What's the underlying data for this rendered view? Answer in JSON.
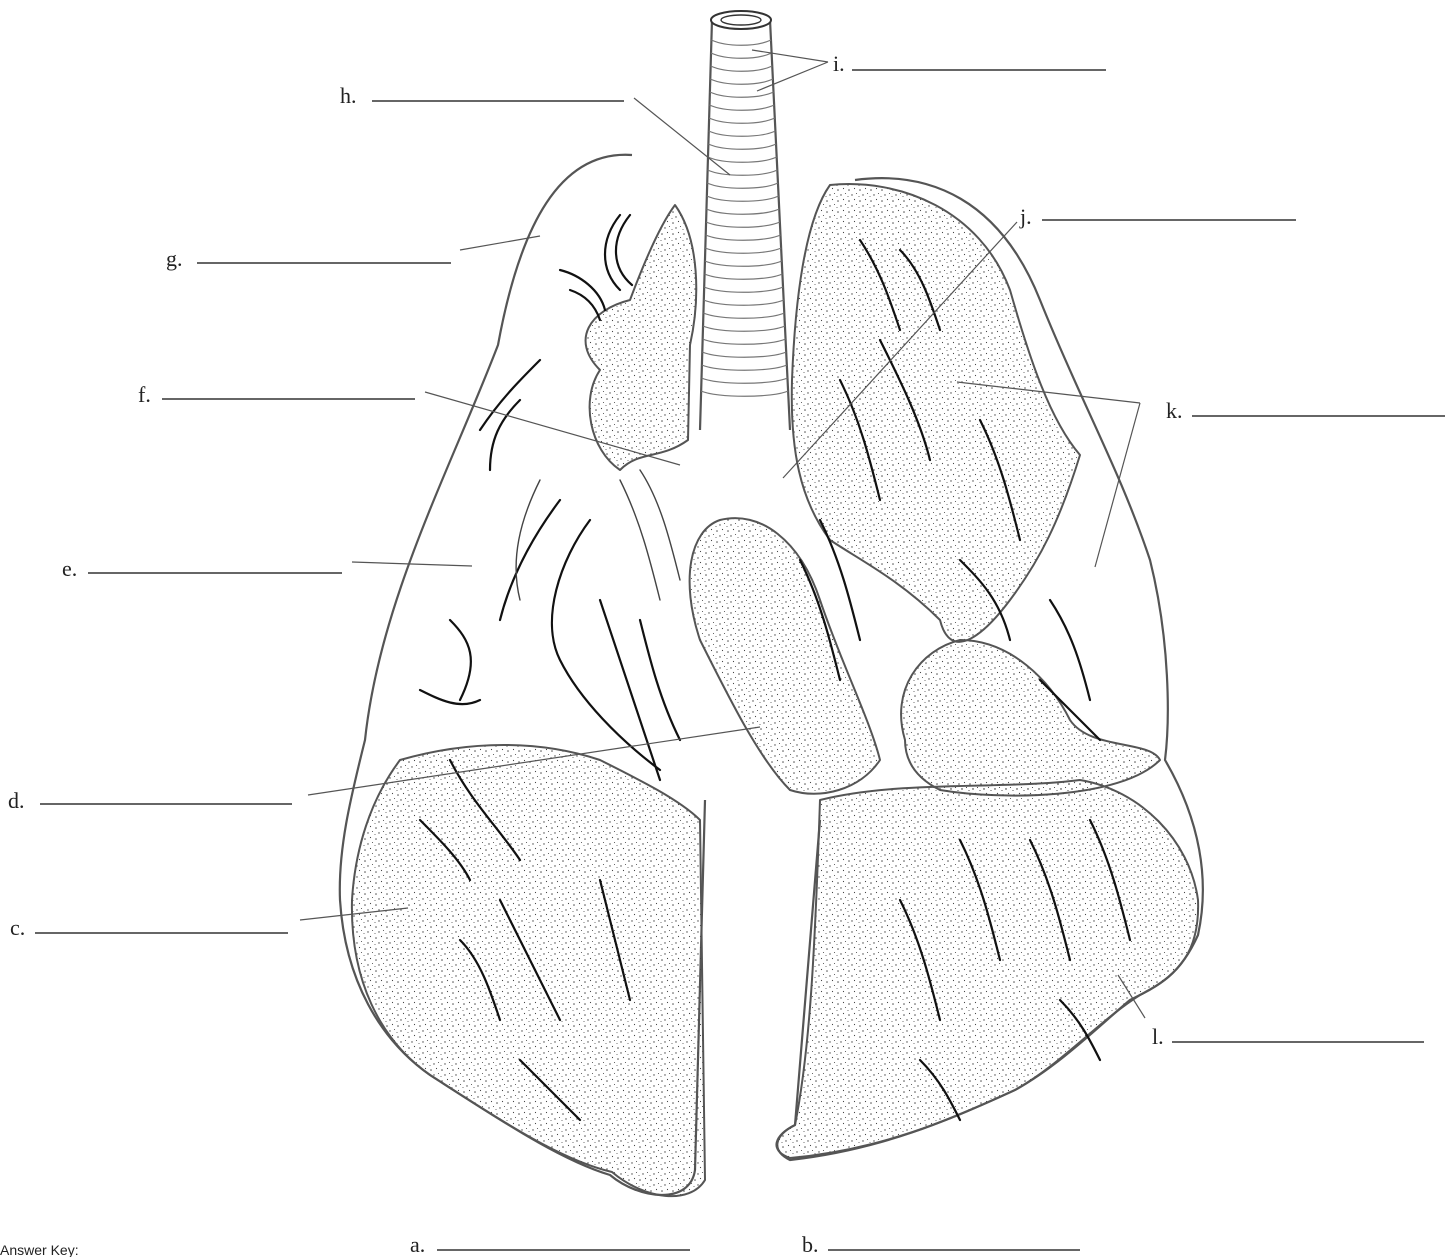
{
  "labels": {
    "a": "a.",
    "b": "b.",
    "c": "c.",
    "d": "d.",
    "e": "e.",
    "f": "f.",
    "g": "g.",
    "h": "h.",
    "i": "i.",
    "j": "j.",
    "k": "k.",
    "l": "l."
  },
  "answer_key_heading": "Answer Key:",
  "colors": {
    "outline": "#555555",
    "vessel": "#111111",
    "stipple": "#444444",
    "background": "#ffffff"
  }
}
